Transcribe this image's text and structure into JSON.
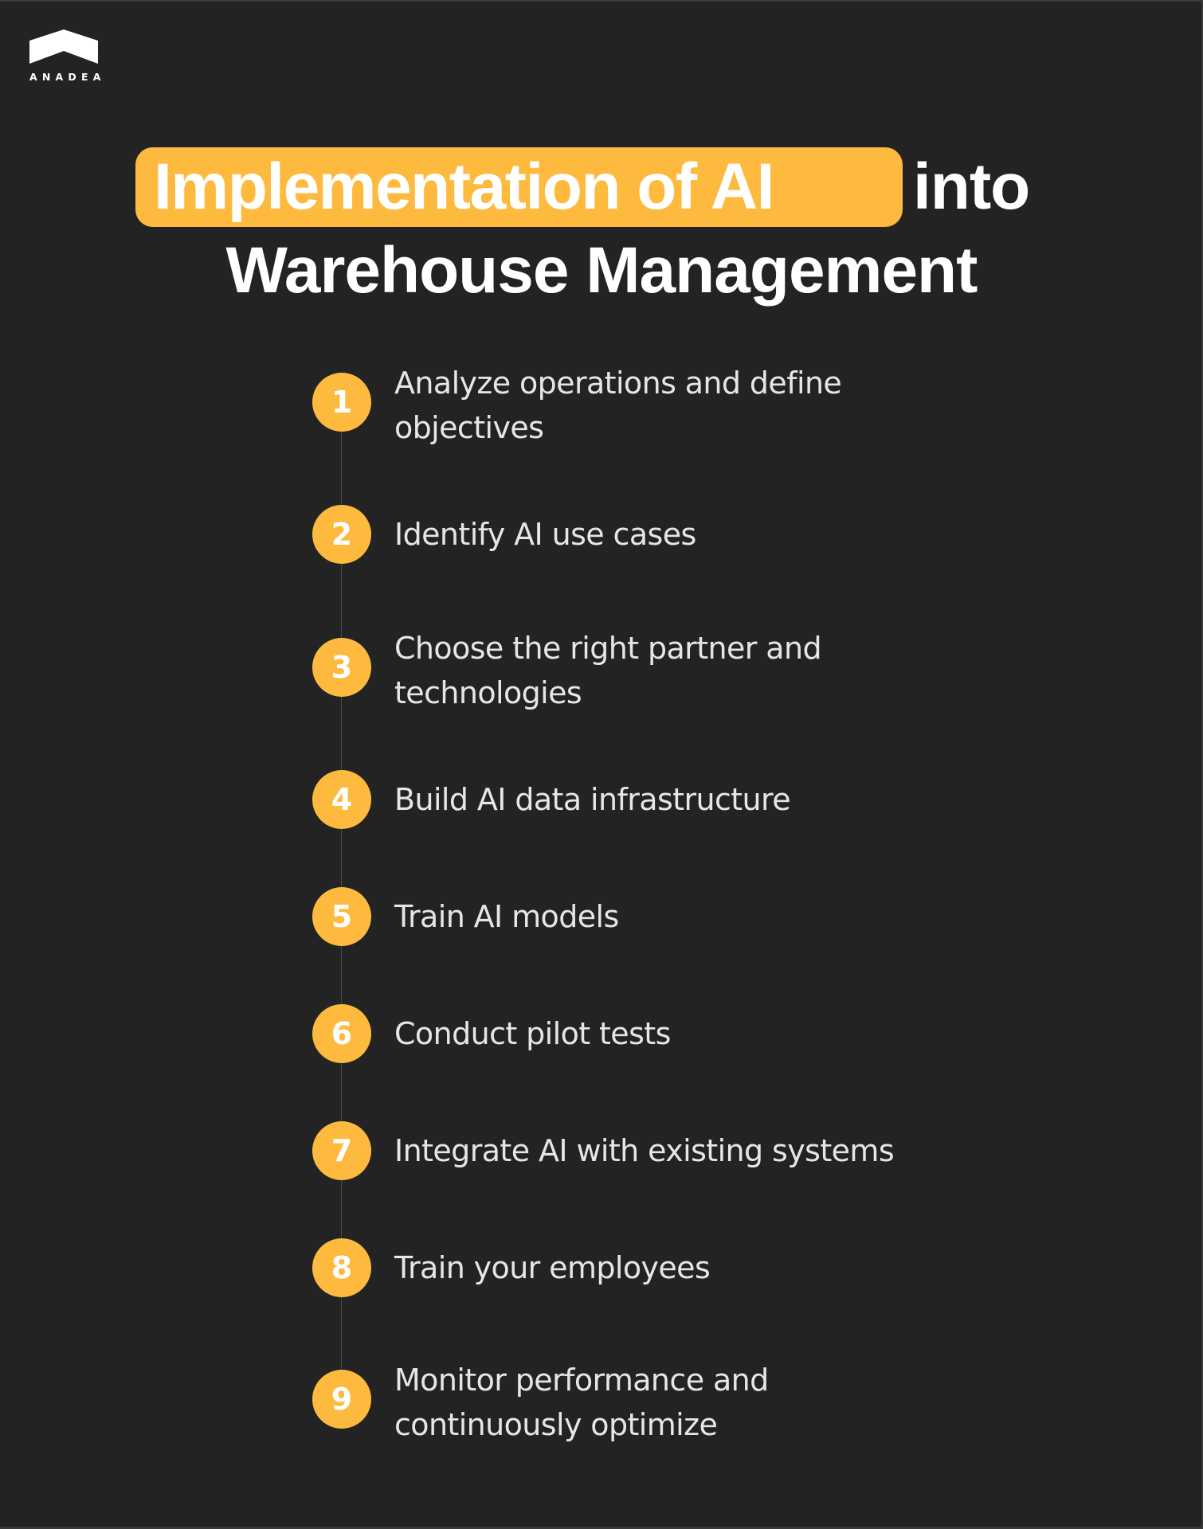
{
  "brand": {
    "name": "ANADEA",
    "logo_icon": "chevron-roof-icon"
  },
  "title": {
    "highlighted": "Implementation of AI",
    "rest_line1": "into",
    "line2": "Warehouse Management"
  },
  "colors": {
    "background": "#232323",
    "accent": "#FDBA3F",
    "text": "#FFFFFF",
    "step_text": "#E6E6E6"
  },
  "steps": [
    {
      "number": "1",
      "text": "Analyze operations and define objectives"
    },
    {
      "number": "2",
      "text": "Identify AI use cases"
    },
    {
      "number": "3",
      "text": "Choose the right partner and technologies"
    },
    {
      "number": "4",
      "text": "Build AI data infrastructure"
    },
    {
      "number": "5",
      "text": "Train AI models"
    },
    {
      "number": "6",
      "text": "Conduct pilot tests"
    },
    {
      "number": "7",
      "text": "Integrate AI with existing systems"
    },
    {
      "number": "8",
      "text": "Train your employees"
    },
    {
      "number": "9",
      "text": "Monitor performance and continuously optimize"
    }
  ]
}
